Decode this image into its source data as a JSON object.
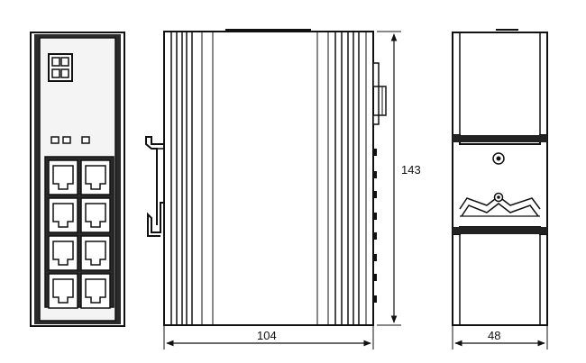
{
  "dimensions": {
    "width_label": "104",
    "height_label": "143",
    "depth_label": "48"
  },
  "front_view": {
    "led_count": 3,
    "rj45_rows": 4,
    "rj45_cols": 2,
    "power_connector_icon": "terminal-block-icon"
  }
}
